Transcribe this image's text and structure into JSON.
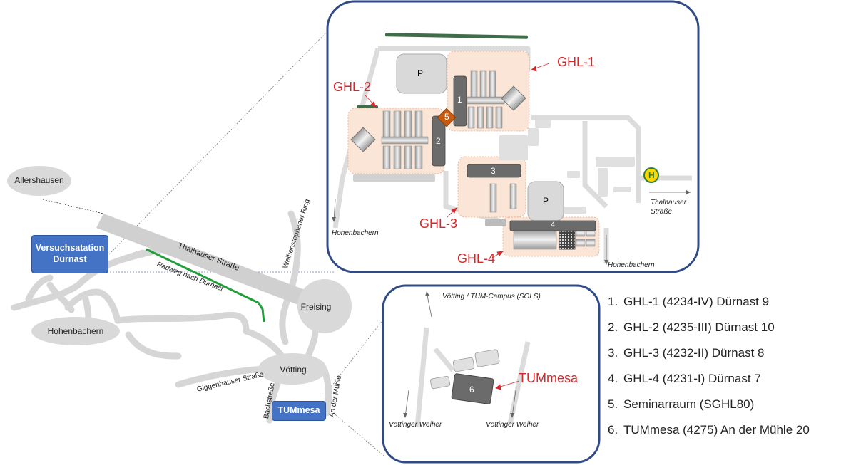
{
  "overview": {
    "allershausen": "Allershausen",
    "versuchsstation": "Versuchsatation Dürnast",
    "hohenbachern": "Hohenbachern",
    "freising": "Freising",
    "voetting": "Vötting",
    "tummesa_box": "TUMmesa",
    "thalhauser_strasse": "Thalhauser Straße",
    "radweg": "Radweg nach Dürnast",
    "weihenstephaner_ring": "Weihenstephaner Ring",
    "giggenhauser_strasse": "Giggenhauser Straße",
    "bachstrasse": "Bachstraße",
    "an_der_muehle": "An der Mühle"
  },
  "detail_top": {
    "ghl1": "GHL-1",
    "ghl2": "GHL-2",
    "ghl3": "GHL-3",
    "ghl4": "GHL-4",
    "parking1": "P",
    "parking2": "P",
    "building1": "1",
    "building2": "2",
    "building3": "3",
    "building4": "4",
    "building5": "5",
    "bus_stop": "H",
    "thalhauser": "Thalhauser Straße",
    "hohenbachern_left": "Hohenbachern",
    "hohenbachern_bottom": "Hohenbachern"
  },
  "detail_bottom": {
    "voetting_campus": "Vötting / TUM-Campus (SOLS)",
    "voettinger_weiher_left": "Vöttinger Weiher",
    "voettinger_weiher_right": "Vöttinger Weiher",
    "tummesa": "TUMmesa",
    "building6": "6"
  },
  "legend": [
    {
      "num": "1.",
      "text": "GHL-1 (4234-IV) Dürnast 9"
    },
    {
      "num": "2.",
      "text": "GHL-2 (4235-III) Dürnast 10"
    },
    {
      "num": "3.",
      "text": "GHL-3 (4232-II) Dürnast 8"
    },
    {
      "num": "4.",
      "text": "GHL-4 (4231-I) Dürnast 7"
    },
    {
      "num": "5.",
      "text": "Seminarraum (SGHL80)"
    },
    {
      "num": "6.",
      "text": "TUMmesa (4275) An der Mühle 20"
    }
  ],
  "colors": {
    "ghl_label": "#d9262a",
    "box_fill": "#4472c4",
    "frame": "#2f4a86",
    "road": "#d9d9d9",
    "cycle_path": "#1f9e3a",
    "building_dark": "#6b6b6b",
    "zone_fill": "#fbe5d6",
    "seminar": "#c55a11",
    "bus_stop": "#ffd700"
  },
  "icons": [
    "bus-stop-icon",
    "parking-icon",
    "arrow-icon"
  ]
}
